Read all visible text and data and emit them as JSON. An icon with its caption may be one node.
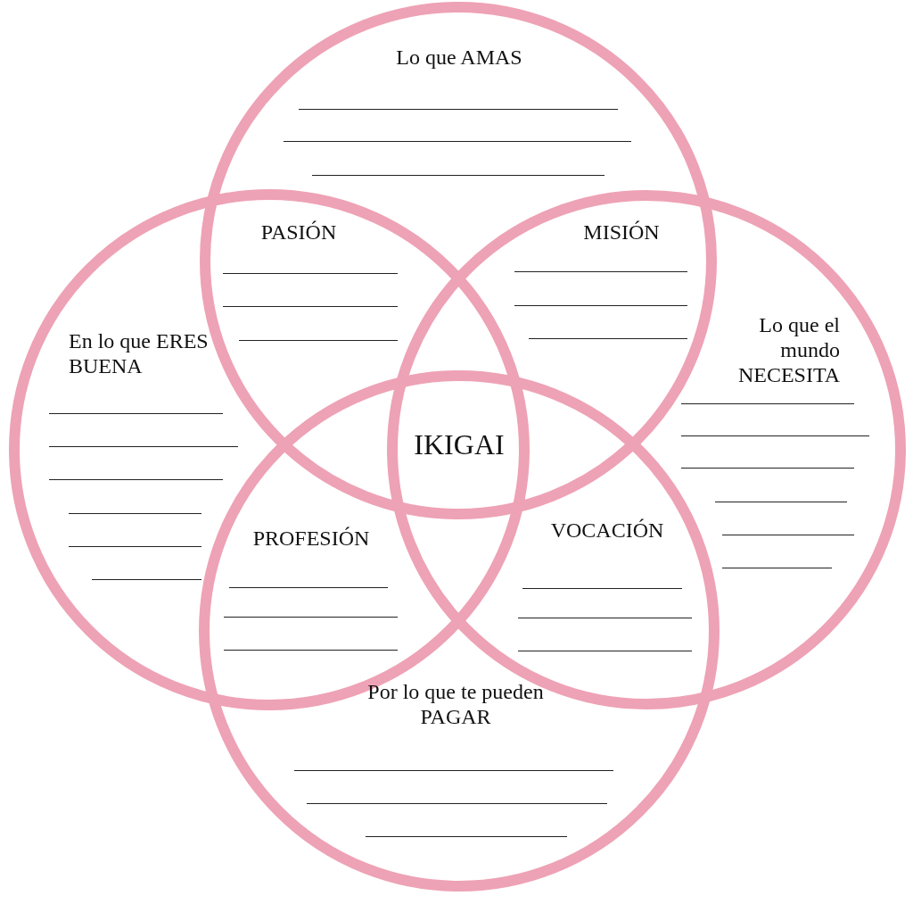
{
  "diagram": {
    "nodes": [
      {
        "text": [
          "Lo que AMAS"
        ]
      },
      {
        "text": [
          "En lo que ERES BUENA"
        ]
      },
      {
        "text": [
          "Lo que el mundo NECESITA"
        ]
      },
      {
        "text": [
          "Por lo que te pueden PAGAR"
        ]
      }
    ],
    "labels": [
      "PASIÓN",
      "MISIÓN",
      "IKIGAI",
      "PROFESIÓN",
      "VOCACIÓN"
    ]
  }
}
